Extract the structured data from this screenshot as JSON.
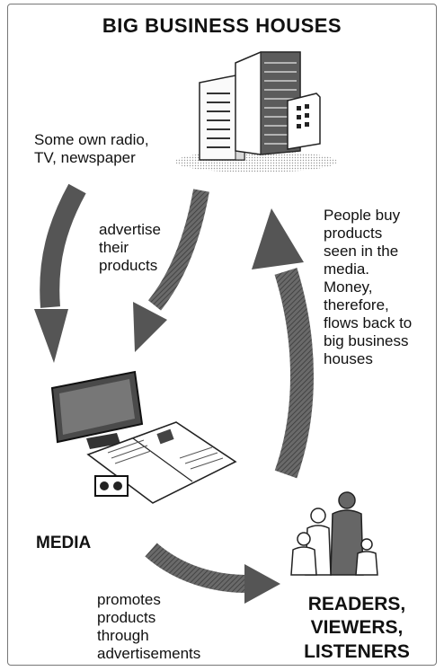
{
  "header": {
    "title": "BIG BUSINESS HOUSES"
  },
  "notes": {
    "ownership": "Some own radio,\nTV, newspaper",
    "advertise": "advertise\ntheir\nproducts",
    "people_buy": "People buy\nproducts\nseen in the\nmedia.\nMoney,\ntherefore,\nflows back to\nbig business\nhouses",
    "promotes": "promotes\nproducts\nthrough\nadvertisements"
  },
  "nodes": {
    "media": "MEDIA",
    "audience": "READERS,\nVIEWERS,\nLISTENERS"
  },
  "icons": {
    "business": "office-buildings-icon",
    "media": "tv-newspaper-radio-icon",
    "audience": "family-group-icon"
  },
  "colors": {
    "ink": "#111111",
    "arrow": "#555555",
    "frame": "#777777"
  }
}
